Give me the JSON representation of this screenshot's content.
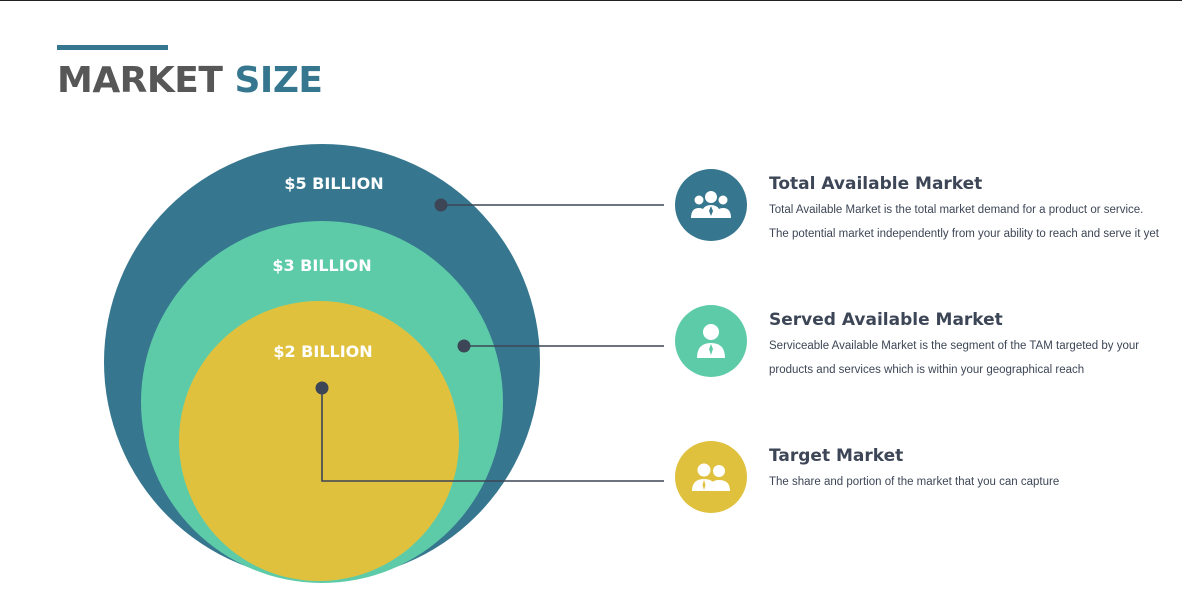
{
  "title": {
    "word1": "MARKET",
    "word2": "SIZE"
  },
  "colors": {
    "dark_teal": "#36778f",
    "mint": "#5ecba8",
    "yellow": "#e0c13e",
    "title_gray": "#575757",
    "text": "#3d4656",
    "connector": "#3d4656"
  },
  "circles": [
    {
      "label": "$5 BILLION",
      "market": "Total Available Market"
    },
    {
      "label": "$3 BILLION",
      "market": "Served Available Market"
    },
    {
      "label": "$2 BILLION",
      "market": "Target Market"
    }
  ],
  "items": [
    {
      "title": "Total Available Market",
      "description": "Total Available Market is the total market demand for a product or service. The potential market independently from your ability to reach and serve it yet",
      "icon": "group-icon",
      "color": "#36778f"
    },
    {
      "title": "Served Available Market",
      "description": "Serviceable Available Market is the segment of the TAM targeted by your products and services which is within your geographical reach",
      "icon": "person-icon",
      "color": "#5ecba8"
    },
    {
      "title": "Target Market",
      "description": "The share and portion of the market that you can capture",
      "icon": "pair-icon",
      "color": "#e0c13e"
    }
  ]
}
